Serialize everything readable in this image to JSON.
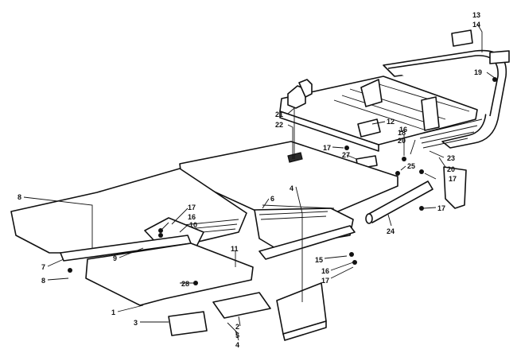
{
  "colors": {
    "ink": "#111111",
    "paper": "#ffffff"
  },
  "callouts": [
    {
      "id": "c1",
      "label": "1"
    },
    {
      "id": "c2",
      "label": "2"
    },
    {
      "id": "c3",
      "label": "3"
    },
    {
      "id": "c4a",
      "label": "4"
    },
    {
      "id": "c4b",
      "label": "4"
    },
    {
      "id": "c5",
      "label": "5"
    },
    {
      "id": "c6",
      "label": "6"
    },
    {
      "id": "c7",
      "label": "7"
    },
    {
      "id": "c8a",
      "label": "8"
    },
    {
      "id": "c8b",
      "label": "8"
    },
    {
      "id": "c9",
      "label": "9"
    },
    {
      "id": "c10",
      "label": "10"
    },
    {
      "id": "c11",
      "label": "11"
    },
    {
      "id": "c12",
      "label": "12"
    },
    {
      "id": "c13",
      "label": "13"
    },
    {
      "id": "c14",
      "label": "14"
    },
    {
      "id": "c15",
      "label": "15"
    },
    {
      "id": "c16a",
      "label": "16"
    },
    {
      "id": "c16b",
      "label": "16"
    },
    {
      "id": "c16c",
      "label": "16"
    },
    {
      "id": "c17a",
      "label": "17"
    },
    {
      "id": "c17b",
      "label": "17"
    },
    {
      "id": "c17c",
      "label": "17"
    },
    {
      "id": "c17d",
      "label": "17"
    },
    {
      "id": "c17e",
      "label": "17"
    },
    {
      "id": "c18",
      "label": "18"
    },
    {
      "id": "c19",
      "label": "19"
    },
    {
      "id": "c20a",
      "label": "20"
    },
    {
      "id": "c20b",
      "label": "20"
    },
    {
      "id": "c21",
      "label": "21"
    },
    {
      "id": "c22",
      "label": "22"
    },
    {
      "id": "c23",
      "label": "23"
    },
    {
      "id": "c24",
      "label": "24"
    },
    {
      "id": "c25",
      "label": "25"
    },
    {
      "id": "c27",
      "label": "27"
    },
    {
      "id": "c28",
      "label": "28"
    }
  ]
}
